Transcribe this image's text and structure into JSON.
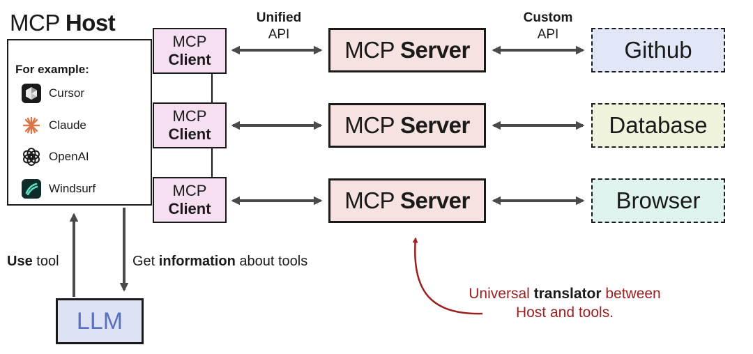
{
  "host": {
    "title_prefix": "MCP",
    "title_bold": "Host",
    "example_label": "For example:",
    "apps": [
      {
        "name": "Cursor",
        "icon": "cursor-icon"
      },
      {
        "name": "Claude",
        "icon": "claude-icon"
      },
      {
        "name": "OpenAI",
        "icon": "openai-icon"
      },
      {
        "name": "Windsurf",
        "icon": "windsurf-icon"
      }
    ]
  },
  "clients": [
    {
      "line1": "MCP",
      "line2": "Client"
    },
    {
      "line1": "MCP",
      "line2": "Client"
    },
    {
      "line1": "MCP",
      "line2": "Client"
    }
  ],
  "servers": [
    {
      "prefix": "MCP",
      "bold": "Server"
    },
    {
      "prefix": "MCP",
      "bold": "Server"
    },
    {
      "prefix": "MCP",
      "bold": "Server"
    }
  ],
  "tools": [
    {
      "label": "Github",
      "color": "#e1e7f6"
    },
    {
      "label": "Database",
      "color": "#f1f4dc"
    },
    {
      "label": "Browser",
      "color": "#dff3ef"
    }
  ],
  "apis": {
    "unified": {
      "line1": "Unified",
      "line2": "API"
    },
    "custom": {
      "line1": "Custom",
      "line2": "API"
    }
  },
  "llm": {
    "label": "LLM"
  },
  "use_tool": {
    "bold": "Use",
    "rest": " tool"
  },
  "get_info": {
    "pre": "Get ",
    "bold": "information",
    "post": " about tools"
  },
  "note": {
    "pre": "Universal ",
    "bold": "translator",
    "post": " between",
    "line2": "Host and tools."
  },
  "colors": {
    "client_bg": "#f5dff0",
    "server_bg": "#f6e3e1",
    "llm_bg": "#dde3f5",
    "llm_text": "#5a6fc0",
    "note": "#9a1f1f",
    "arrow": "#4a4a4a"
  }
}
